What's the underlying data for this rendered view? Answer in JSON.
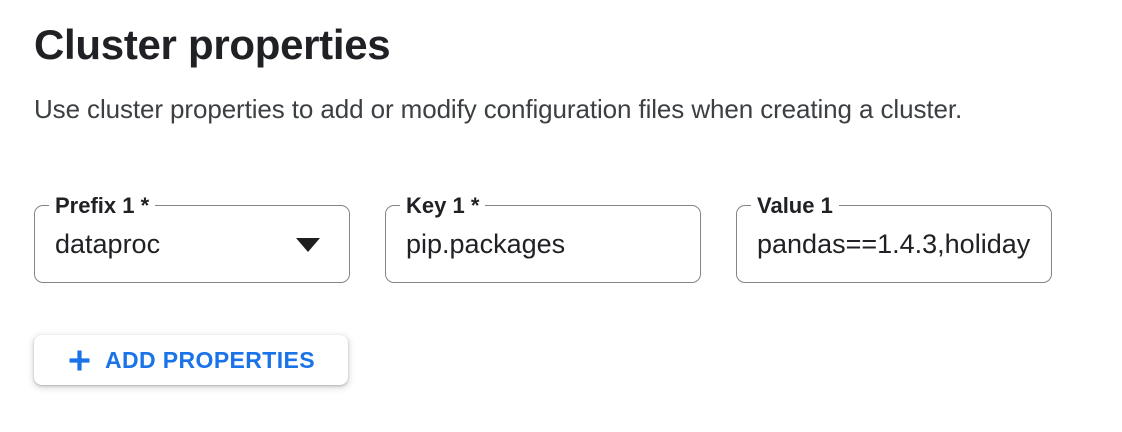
{
  "page": {
    "title": "Cluster properties",
    "description": "Use cluster properties to add or modify configuration files when creating a cluster."
  },
  "properties_row": {
    "prefix": {
      "label": "Prefix 1 *",
      "value": "dataproc",
      "control": "select",
      "icon": "dropdown-arrow-icon"
    },
    "key": {
      "label": "Key 1 *",
      "value": "pip.packages",
      "control": "text-input"
    },
    "value": {
      "label": "Value 1",
      "value": "pandas==1.4.3,holiday",
      "control": "text-input"
    }
  },
  "add_button": {
    "label": "ADD PROPERTIES",
    "icon": "plus-icon"
  },
  "colors": {
    "accent_blue": "#1a73e8",
    "field_border": "#80868b",
    "text_primary": "#202124",
    "text_secondary": "#3c4043"
  }
}
